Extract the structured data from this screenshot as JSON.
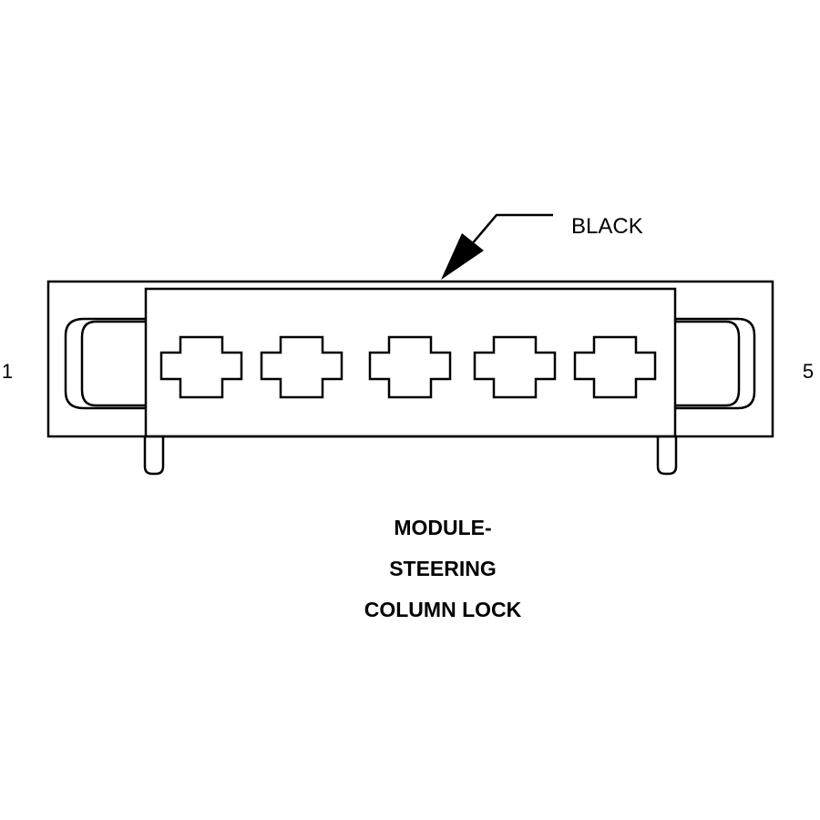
{
  "connector": {
    "color_label": "BLACK",
    "pin_first": "1",
    "pin_last": "5",
    "cavity_count": 5
  },
  "title": {
    "line1": "MODULE-",
    "line2": "STEERING",
    "line3": "COLUMN LOCK"
  },
  "colors": {
    "line": "#000000",
    "background": "#ffffff"
  }
}
